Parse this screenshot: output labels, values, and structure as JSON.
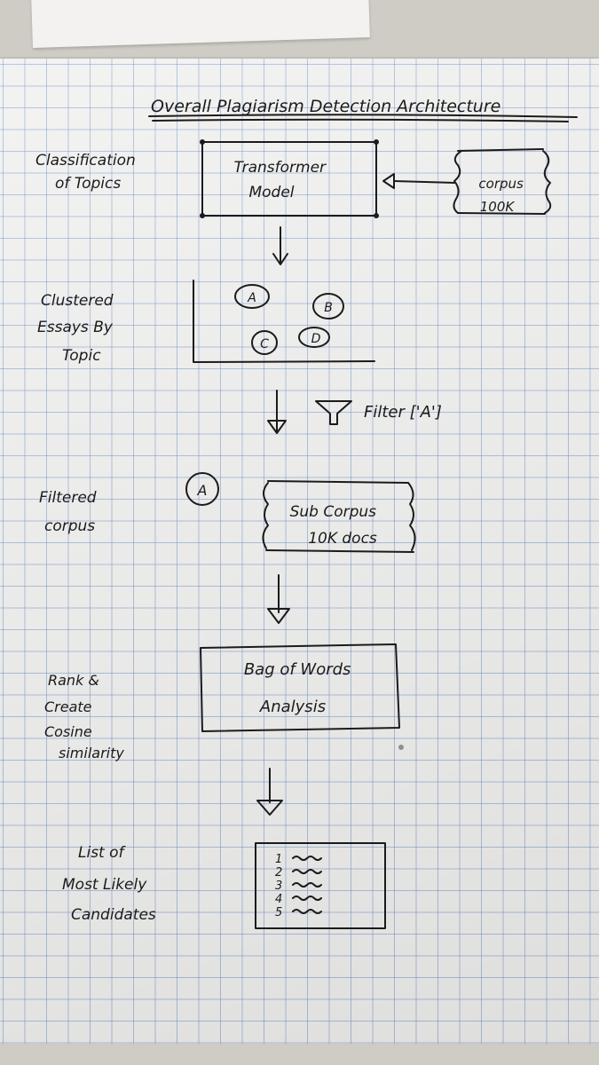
{
  "title": "Overall Plagiarism Detection Architecture",
  "steps": [
    {
      "label_lines": [
        "Classification",
        "of Topics"
      ],
      "box_lines": [
        "Transformer",
        "Model"
      ]
    },
    {
      "label_lines": [
        "Clustered",
        "Essays By",
        "Topic"
      ],
      "clusters": [
        "A",
        "B",
        "C",
        "D"
      ]
    },
    {
      "filter_text": "Filter ['A']"
    },
    {
      "label_lines": [
        "Filtered",
        "corpus"
      ],
      "selected_cluster": "A",
      "box_lines": [
        "Sub Corpus",
        "10K docs"
      ]
    },
    {
      "label_lines": [
        "Rank &",
        "Create",
        "Cosine",
        "similarity"
      ],
      "box_lines": [
        "Bag of Words",
        "Analysis"
      ]
    },
    {
      "label_lines": [
        "List of",
        "Most Likely",
        "Candidates"
      ],
      "list_numbers": [
        "1",
        "2",
        "3",
        "4",
        "5"
      ]
    }
  ],
  "corpus": {
    "lines": [
      "corpus",
      "100K"
    ]
  },
  "colors": {
    "ink": "#1b1b1b",
    "grid": "#7896c8",
    "paper": "#f1f1f0"
  }
}
